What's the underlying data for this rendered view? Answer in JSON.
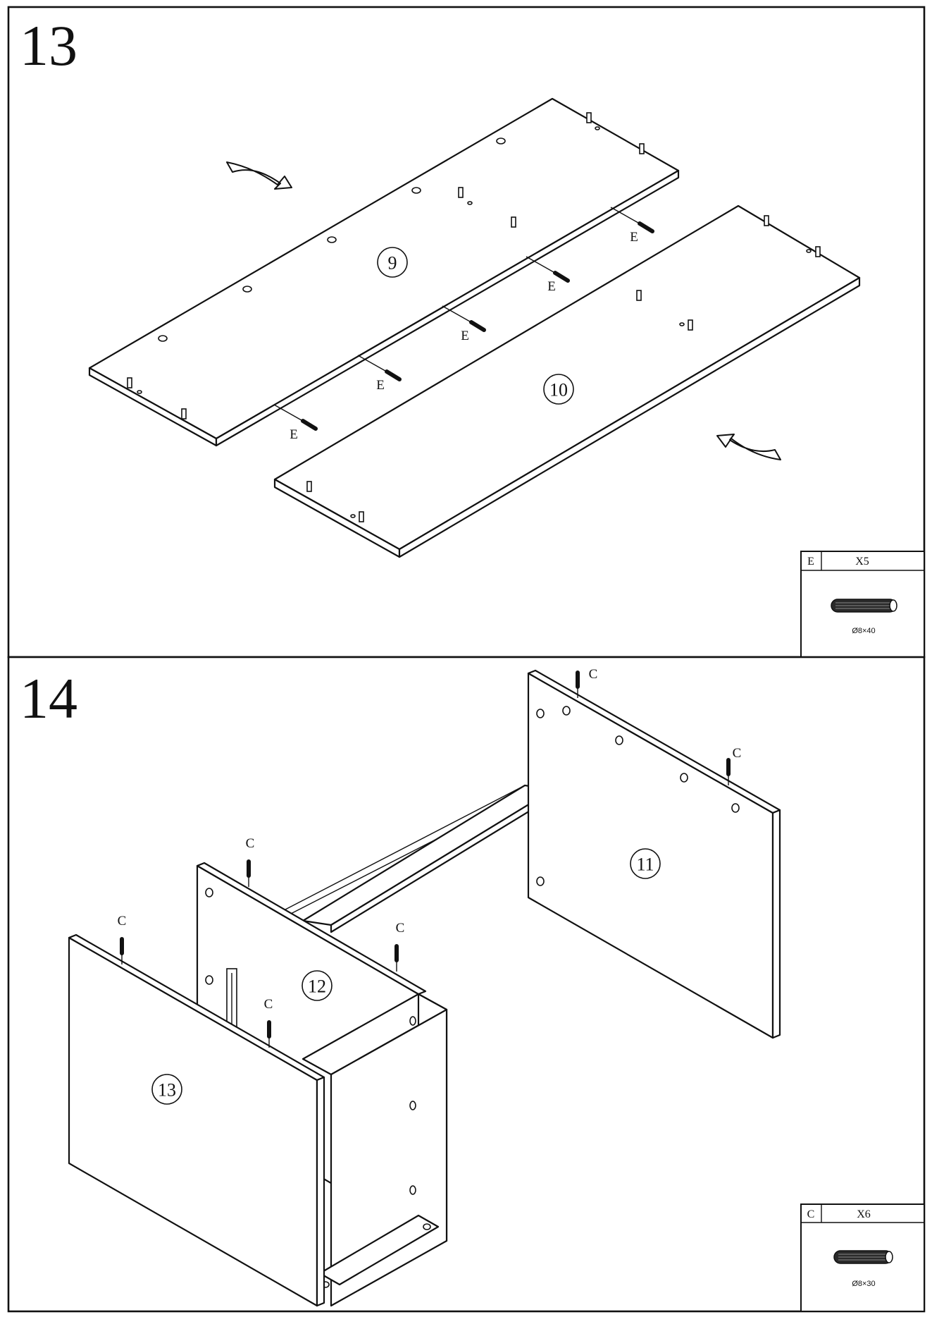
{
  "steps": [
    {
      "number": "13",
      "parts": [
        "9",
        "10"
      ],
      "fastener_letter": "E",
      "hardware": {
        "code": "E",
        "quantity": "X5",
        "size": "Ø8×40"
      }
    },
    {
      "number": "14",
      "parts": [
        "11",
        "12",
        "13"
      ],
      "fastener_letter": "C",
      "hardware": {
        "code": "C",
        "quantity": "X6",
        "size": "Ø8×30"
      }
    }
  ]
}
